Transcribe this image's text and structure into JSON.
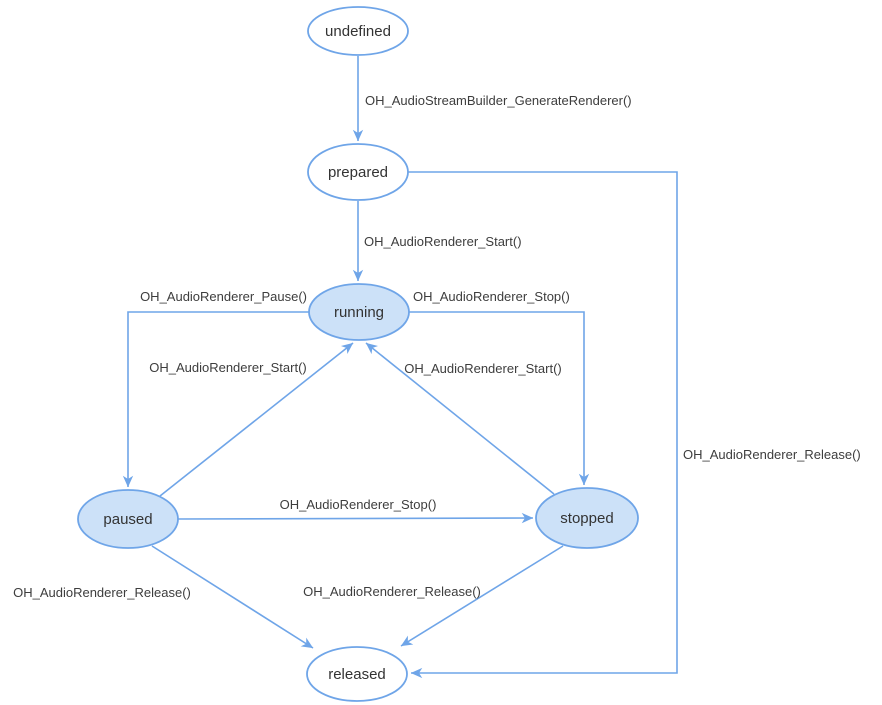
{
  "diagram": {
    "type": "state-machine",
    "background": "#ffffff",
    "colors": {
      "edge_stroke": "#6fa5e8",
      "node_stroke": "#6fa5e8",
      "node_fill_highlight": "#cce1f8",
      "node_fill_default": "#ffffff",
      "label_text": "#333333"
    },
    "nodes": [
      {
        "id": "undefined",
        "label": "undefined",
        "highlighted": false
      },
      {
        "id": "prepared",
        "label": "prepared",
        "highlighted": false
      },
      {
        "id": "running",
        "label": "running",
        "highlighted": true
      },
      {
        "id": "paused",
        "label": "paused",
        "highlighted": true
      },
      {
        "id": "stopped",
        "label": "stopped",
        "highlighted": true
      },
      {
        "id": "released",
        "label": "released",
        "highlighted": false
      }
    ],
    "edges": [
      {
        "from": "undefined",
        "to": "prepared",
        "label": "OH_AudioStreamBuilder_GenerateRenderer()"
      },
      {
        "from": "prepared",
        "to": "running",
        "label": "OH_AudioRenderer_Start()"
      },
      {
        "from": "running",
        "to": "paused",
        "label": "OH_AudioRenderer_Pause()"
      },
      {
        "from": "running",
        "to": "stopped",
        "label": "OH_AudioRenderer_Stop()"
      },
      {
        "from": "paused",
        "to": "running",
        "label": "OH_AudioRenderer_Start()"
      },
      {
        "from": "stopped",
        "to": "running",
        "label": "OH_AudioRenderer_Start()"
      },
      {
        "from": "paused",
        "to": "stopped",
        "label": "OH_AudioRenderer_Stop()"
      },
      {
        "from": "paused",
        "to": "released",
        "label": "OH_AudioRenderer_Release()"
      },
      {
        "from": "stopped",
        "to": "released",
        "label": "OH_AudioRenderer_Release()"
      },
      {
        "from": "prepared",
        "to": "released",
        "label": "OH_AudioRenderer_Release()"
      }
    ]
  }
}
